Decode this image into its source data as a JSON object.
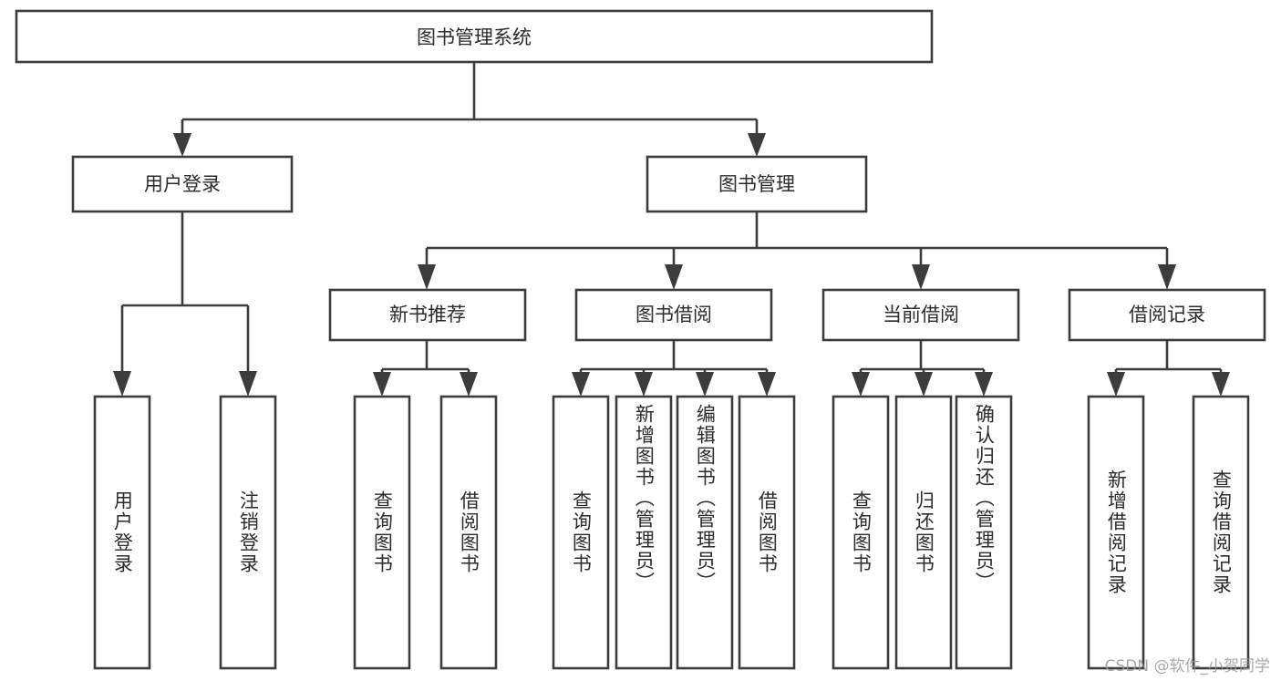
{
  "diagram": {
    "type": "tree",
    "title": "图书管理系统",
    "orientation": "top-down",
    "colors": {
      "background": "#ffffff",
      "box_fill": "#ffffff",
      "box_stroke": "#3c3c3c",
      "text": "#2b2b2b",
      "watermark": "#9a9a9a"
    },
    "root": {
      "label": "图书管理系统"
    },
    "level2": [
      {
        "label": "用户登录"
      },
      {
        "label": "图书管理"
      }
    ],
    "level3": [
      {
        "label": "新书推荐"
      },
      {
        "label": "图书借阅"
      },
      {
        "label": "当前借阅"
      },
      {
        "label": "借阅记录"
      }
    ],
    "leaves": {
      "user_login": [
        {
          "label": "用户登录"
        },
        {
          "label": "注销登录"
        }
      ],
      "new_book_recommend": [
        {
          "label": "查询图书"
        },
        {
          "label": "借阅图书"
        }
      ],
      "book_borrow": [
        {
          "label": "查询图书"
        },
        {
          "label": "新增图书（管理员）"
        },
        {
          "label": "编辑图书（管理员）"
        },
        {
          "label": "借阅图书"
        }
      ],
      "current_borrow": [
        {
          "label": "查询图书"
        },
        {
          "label": "归还图书"
        },
        {
          "label": "确认归还（管理员）"
        }
      ],
      "borrow_record": [
        {
          "label": "新增借阅记录"
        },
        {
          "label": "查询借阅记录"
        }
      ]
    }
  },
  "watermark": {
    "text": "CSDN @软件_小贺同学"
  }
}
